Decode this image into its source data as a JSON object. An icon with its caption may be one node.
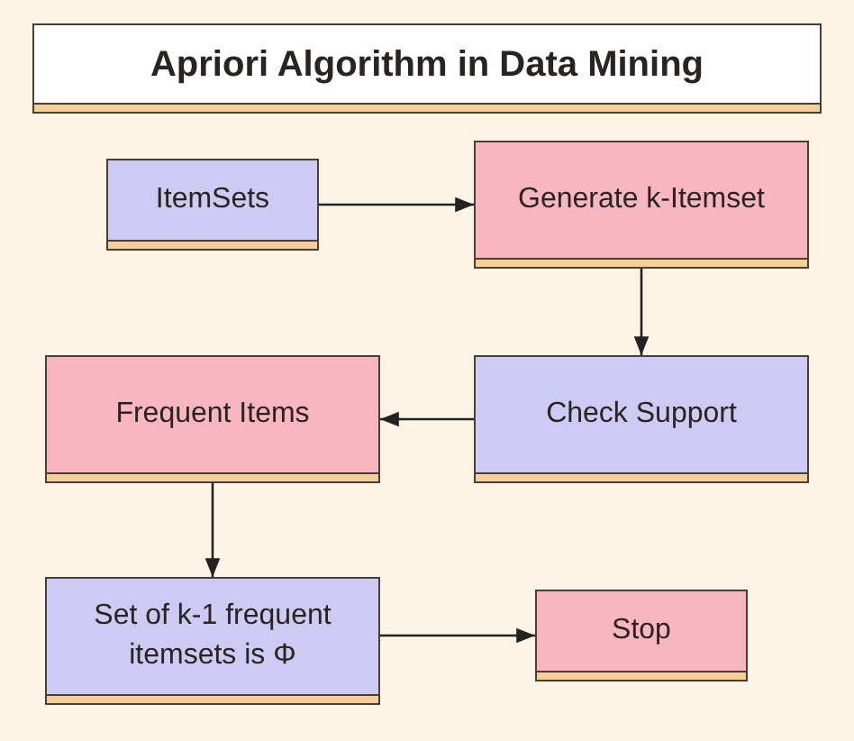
{
  "diagram": {
    "title": "Apriori Algorithm in Data Mining",
    "nodes": [
      {
        "text": [
          "ItemSets"
        ]
      },
      {
        "text": [
          "Generate k-Itemset"
        ]
      },
      {
        "text": [
          "Frequent Items"
        ]
      },
      {
        "text": [
          "Check Support"
        ]
      },
      {
        "text": [
          "Set of k-1 frequent itemsets is Φ"
        ]
      },
      {
        "text": [
          "Stop"
        ]
      }
    ],
    "edges": [
      {
        "from": 0,
        "to": 1,
        "arrow": "to"
      },
      {
        "from": 1,
        "to": 3,
        "arrow": "to"
      },
      {
        "from": 3,
        "to": 2,
        "arrow": "to"
      },
      {
        "from": 2,
        "to": 4,
        "arrow": "to"
      },
      {
        "from": 4,
        "to": 5,
        "arrow": "to"
      }
    ]
  }
}
